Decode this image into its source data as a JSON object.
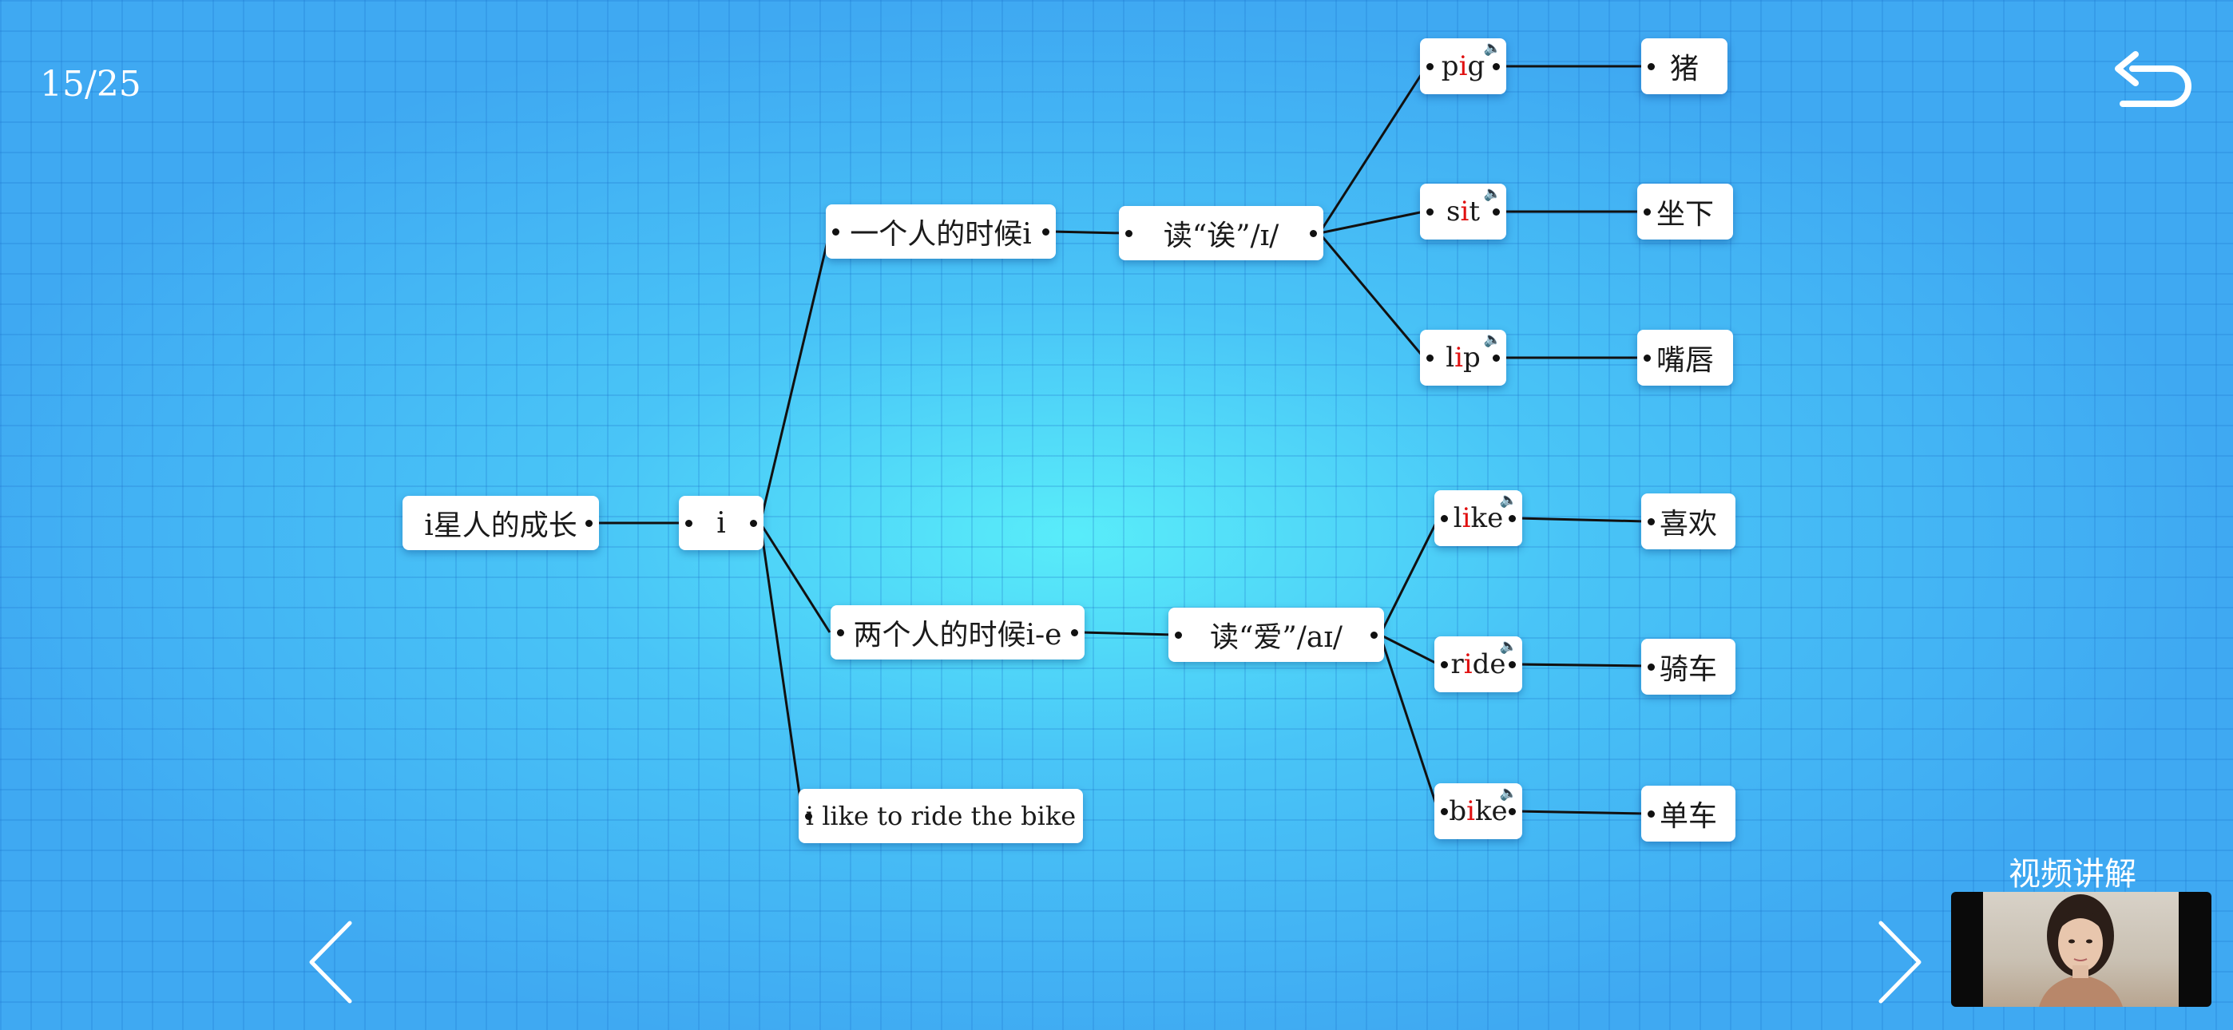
{
  "page_counter": "15/25",
  "mindmap": {
    "root": "i星人的成长",
    "center": "i",
    "branch_single": "一个人的时候i",
    "branch_double": "两个人的时候i-e",
    "sentence": "i like to ride the bike",
    "reading_short": "读“诶”/ɪ/",
    "reading_long": "读“爱”/aɪ/",
    "short_words": [
      {
        "pre": "p",
        "vowel": "i",
        "post": "g",
        "meaning": "猪"
      },
      {
        "pre": "s",
        "vowel": "i",
        "post": "t",
        "meaning": "坐下"
      },
      {
        "pre": "l",
        "vowel": "i",
        "post": "p",
        "meaning": "嘴唇"
      }
    ],
    "long_words": [
      {
        "pre": "l",
        "vowel": "i",
        "post": "ke",
        "meaning": "喜欢"
      },
      {
        "pre": "r",
        "vowel": "i",
        "post": "de",
        "meaning": "骑车"
      },
      {
        "pre": "b",
        "vowel": "i",
        "post": "ke",
        "meaning": "单车"
      }
    ]
  },
  "video": {
    "label": "视频讲解"
  },
  "icons": {
    "back": "back-arrow-icon",
    "prev": "chevron-left-icon",
    "next": "chevron-right-icon",
    "audio": "speaker-icon"
  },
  "colors": {
    "background": "#3fa9f2",
    "highlight": "#e01010"
  }
}
